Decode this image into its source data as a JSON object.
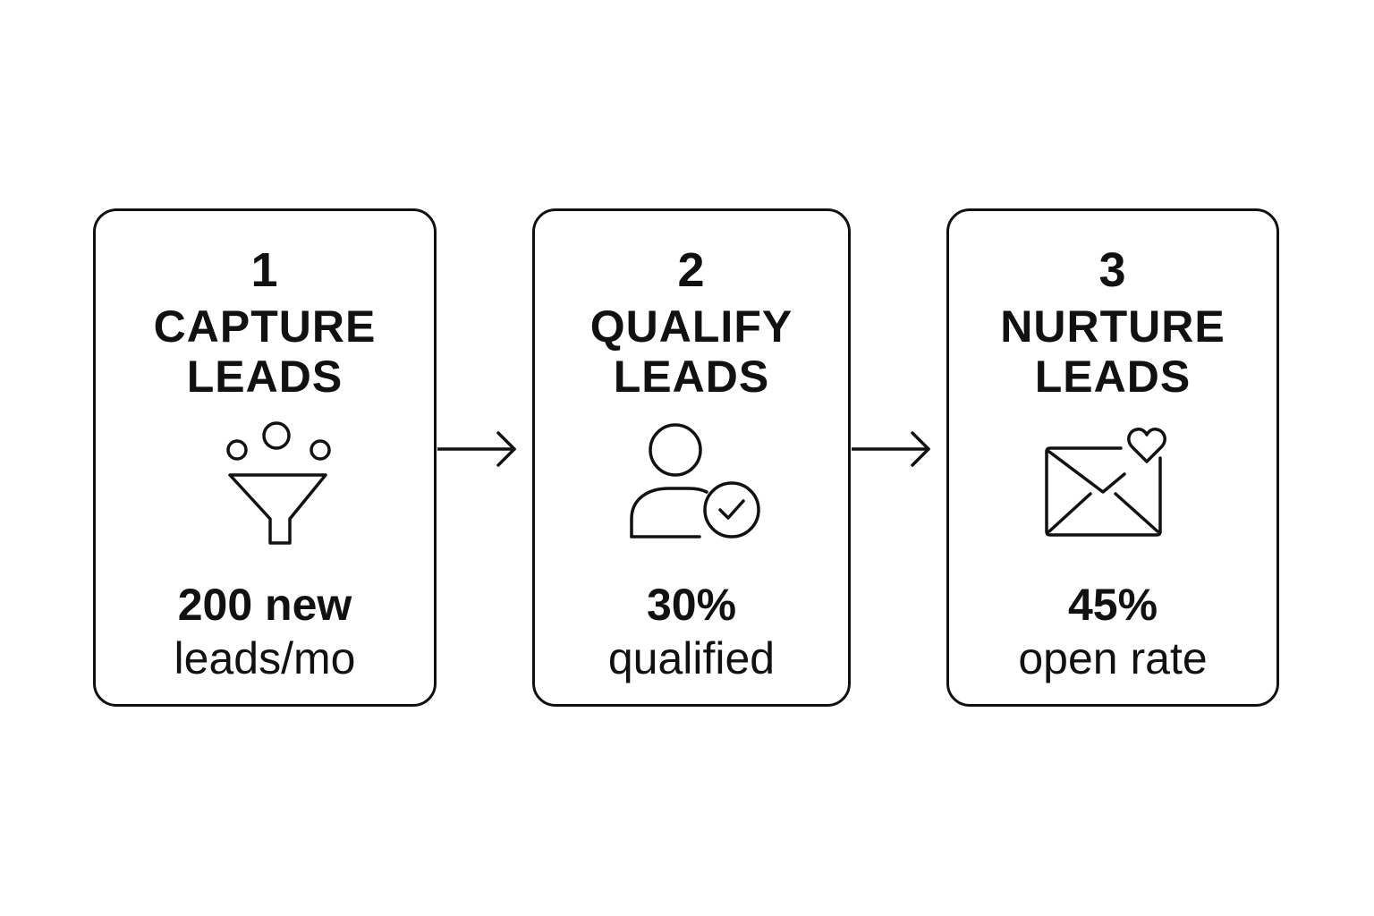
{
  "steps": [
    {
      "number": "1",
      "title_line1": "CAPTURE",
      "title_line2": "LEADS",
      "icon": "funnel-icon",
      "stat_line1": "200 new",
      "stat_line2": "leads/mo"
    },
    {
      "number": "2",
      "title_line1": "QUALIFY",
      "title_line2": "LEADS",
      "icon": "user-check-icon",
      "stat_line1": "30%",
      "stat_line2": "qualified"
    },
    {
      "number": "3",
      "title_line1": "NURTURE",
      "title_line2": "LEADS",
      "icon": "envelope-heart-icon",
      "stat_line1": "45%",
      "stat_line2": "open rate"
    }
  ],
  "arrows": [
    "arrow-right-icon",
    "arrow-right-icon"
  ],
  "colors": {
    "stroke": "#111111",
    "background": "#ffffff"
  }
}
